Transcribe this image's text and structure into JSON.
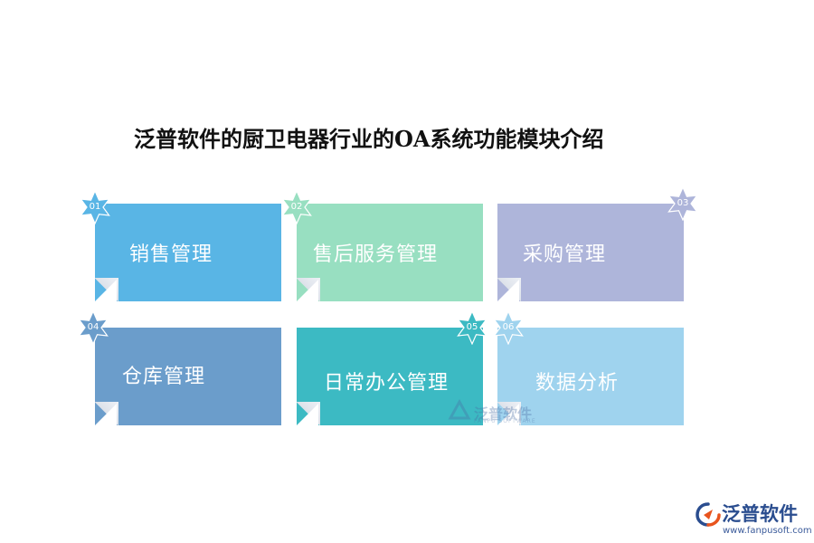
{
  "title": "泛普软件的厨卫电器行业的OA系统功能模块介绍",
  "cards": [
    {
      "num": "01",
      "label": "销售管理",
      "color": "#59b5e5"
    },
    {
      "num": "02",
      "label": "售后服务管理",
      "color": "#98dfc1"
    },
    {
      "num": "03",
      "label": "采购管理",
      "color": "#aeb5da"
    },
    {
      "num": "04",
      "label": "仓库管理",
      "color": "#6b9dcb"
    },
    {
      "num": "05",
      "label": "日常办公管理",
      "color": "#3cbac3"
    },
    {
      "num": "06",
      "label": "数据分析",
      "color": "#9fd3ee"
    }
  ],
  "watermark": {
    "text": "泛普软件",
    "sub": "FANPU SOFTWARE"
  },
  "logo": {
    "text": "泛普软件",
    "url": "www.fanpusoft.com",
    "color": "#2a4d8f",
    "accent": "#e8541e"
  }
}
